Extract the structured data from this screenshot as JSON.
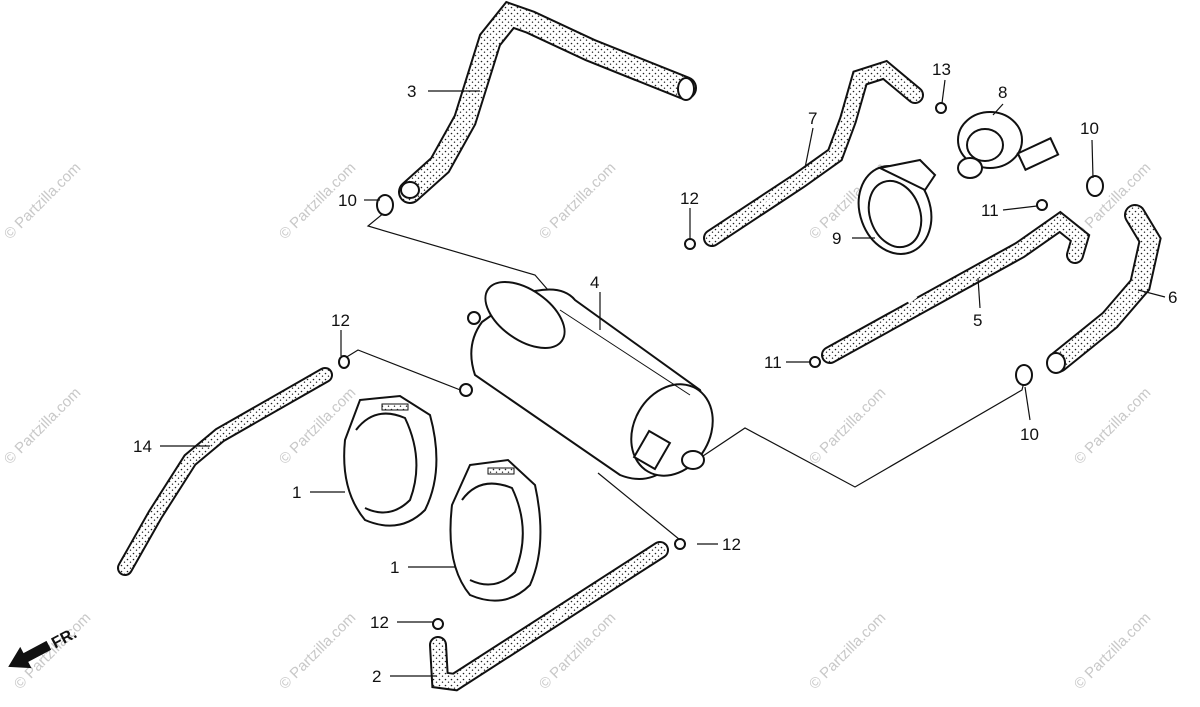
{
  "diagram": {
    "callouts": {
      "c1a": "1",
      "c1b": "1",
      "c2": "2",
      "c3": "3",
      "c4": "4",
      "c5": "5",
      "c6": "6",
      "c7": "7",
      "c8": "8",
      "c9": "9",
      "c10a": "10",
      "c10b": "10",
      "c10c": "10",
      "c11a": "11",
      "c11b": "11",
      "c12a": "12",
      "c12b": "12",
      "c12c": "12",
      "c12d": "12",
      "c13": "13",
      "c14": "14"
    },
    "direction_label": "FR.",
    "watermark_text": "© Partzilla.com"
  },
  "colors": {
    "ink": "#111111",
    "watermark": "#c8c8c8"
  }
}
